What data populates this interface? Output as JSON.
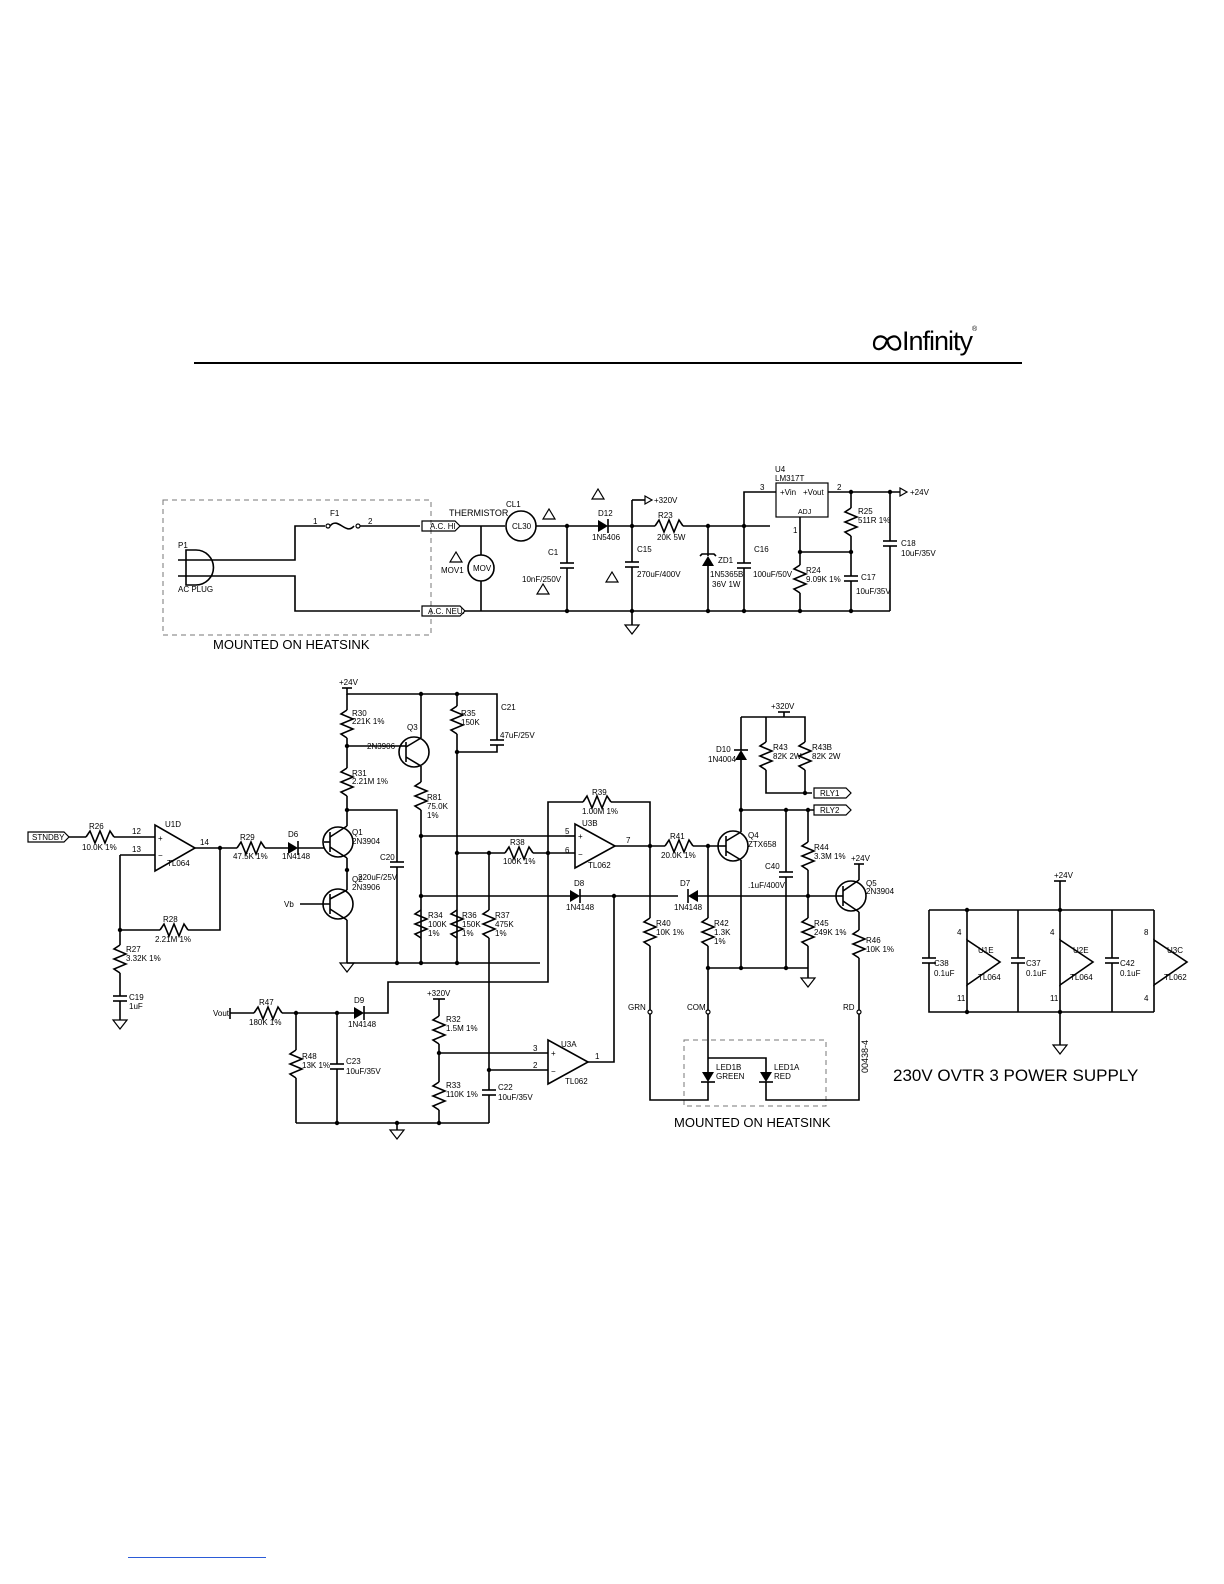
{
  "header": {
    "logo_text": "Infinity",
    "logo_mark": "®"
  },
  "caption": "230V OVTR 3 POWER SUPPLY",
  "doc_code": "00438-4",
  "heatsink_label": "MOUNTED ON HEATSINK",
  "nets": {
    "plus320": "+320V",
    "plus24": "+24V",
    "ac_hi": "A.C. HI",
    "ac_neu": "A.C. NEU.",
    "thermistor": "THERMISTOR",
    "stndby": "STNDBY",
    "vb": "Vb",
    "vout": "Vout",
    "rly1": "RLY1",
    "rly2": "RLY2",
    "grn": "GRN",
    "com": "COM",
    "rd": "RD"
  },
  "labels": {
    "p1": "P1",
    "acplug": "AC PLUG",
    "f1": "F1",
    "pin1": "1",
    "pin2": "2",
    "pin3": "3",
    "mov1": "MOV1",
    "mov": "MOV",
    "cl1": "CL1",
    "cl30": "CL30",
    "c1": "C1",
    "c1v": "10nF/250V",
    "d12": "D12",
    "d12v": "1N5406",
    "r23": "R23",
    "r23v": "20K 5W",
    "c15": "C15",
    "c15v": "270uF/400V",
    "zd1": "ZD1",
    "zd1v": "1N5365B",
    "zd1v2": "36V 1W",
    "c16": "C16",
    "c16v": "100uF/50V",
    "u4": "U4",
    "u4v": "LM317T",
    "vin": "+Vin",
    "vout_pin": "+Vout",
    "adj": "ADJ",
    "r25": "R25",
    "r25v": "511R 1%",
    "r24": "R24",
    "r24v": "9.09K 1%",
    "c17": "C17",
    "c17v": "10uF/35V",
    "c18": "C18",
    "c18v": "10uF/35V",
    "r30": "R30",
    "r30v": "221K 1%",
    "q3": "Q3",
    "q3v": "2N3906",
    "r35": "R35",
    "r35v": "150K",
    "c21": "C21",
    "c21v": "47uF/25V",
    "r31": "R31",
    "r31v": "2.21M 1%",
    "r81": "R81",
    "r81v": "75.0K",
    "pct": "1%",
    "r26": "R26",
    "r26v": "10.0K 1%",
    "u1d": "U1D",
    "tl064": "TL064",
    "p12": "12",
    "p13": "13",
    "p14": "14",
    "r29": "R29",
    "r29v": "47.5K 1%",
    "d6": "D6",
    "d6v": "1N4148",
    "q1": "Q1",
    "q1v": "2N3904",
    "q2": "Q2",
    "q2v": "2N3906",
    "c20": "C20",
    "c20v": "220uF/25V",
    "r28": "R28",
    "r28v": "2.21M 1%",
    "r27": "R27",
    "r27v": "3.32K 1%",
    "c19": "C19",
    "c19v": "1uF",
    "r39": "R39",
    "r39v": "1.00M 1%",
    "u3b": "U3B",
    "tl062": "TL062",
    "p5": "5",
    "p6": "6",
    "p7": "7",
    "r38": "R38",
    "r38v": "100K 1%",
    "r41": "R41",
    "r41v": "20.0K 1%",
    "q4": "Q4",
    "q4v": "ZTX658",
    "d10": "D10",
    "d10v": "1N4004",
    "r43": "R43",
    "r43v": "82K 2W",
    "r43b": "R43B",
    "r43bv": "82K 2W",
    "r44": "R44",
    "r44v": "3.3M 1%",
    "c40": "C40",
    "c40v": ".1uF/400V",
    "q5": "Q5",
    "q5v": "2N3904",
    "d8": "D8",
    "d8v": "1N4148",
    "d7": "D7",
    "d7v": "1N4148",
    "r34": "R34",
    "r34v": "100K",
    "r36": "R36",
    "r36v": "150K",
    "r37": "R37",
    "r37v": "475K",
    "r40": "R40",
    "r40v": "10K 1%",
    "r42": "R42",
    "r42v": "1.3K",
    "r45": "R45",
    "r45v": "249K 1%",
    "r46": "R46",
    "r46v": "10K 1%",
    "r47": "R47",
    "r47v": "180K 1%",
    "d9": "D9",
    "d9v": "1N4148",
    "r48": "R48",
    "r48v": "13K 1%",
    "c23": "C23",
    "c23v": "10uF/35V",
    "r32": "R32",
    "r32v": "1.5M 1%",
    "r33": "R33",
    "r33v": "110K 1%",
    "c22": "C22",
    "c22v": "10uF/35V",
    "u3a": "U3A",
    "p1n": "1",
    "led1b": "LED1B",
    "green": "GREEN",
    "led1a": "LED1A",
    "red": "RED",
    "c38": "C38",
    "c38v": "0.1uF",
    "u1e": "U1E",
    "c37": "C37",
    "c37v": "0.1uF",
    "u2e": "U2E",
    "c42": "C42",
    "c42v": "0.1uF",
    "u3c": "U3C",
    "p4": "4",
    "p11": "11",
    "p8": "8"
  }
}
